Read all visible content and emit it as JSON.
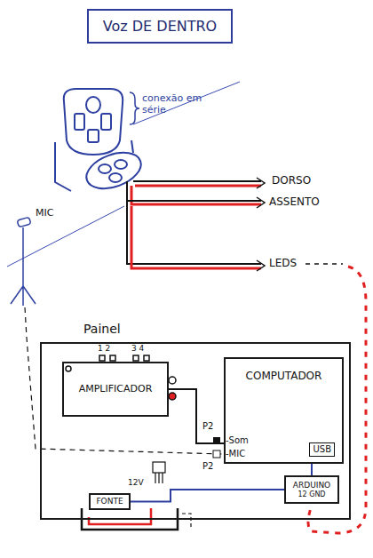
{
  "diagram": {
    "title": "Voz DE DENTRO",
    "nodes": [
      {
        "text": [
          "Painel"
        ]
      },
      {
        "text": [
          "AMPLIFICADOR"
        ],
        "in": 0
      },
      {
        "text": [
          "COMPUTADOR",
          "USB"
        ],
        "in": 0
      },
      {
        "text": [
          "ARDUINO",
          "12 GND"
        ],
        "in": 0
      },
      {
        "text": [
          "FONTE"
        ],
        "in": 0
      }
    ],
    "edges": [
      {
        "from": 1,
        "to": 2,
        "arrow": "none"
      },
      {
        "from": 3,
        "to": 2,
        "arrow": "none"
      },
      {
        "from": 4,
        "to": 3,
        "arrow": "none"
      }
    ],
    "labels": [
      "conexão em série",
      "DORSO",
      "ASSENTO",
      "LEDS",
      "MIC",
      "1 2",
      "3 4",
      "P2",
      "-Som",
      "-MIC",
      "P2",
      "12V"
    ]
  }
}
